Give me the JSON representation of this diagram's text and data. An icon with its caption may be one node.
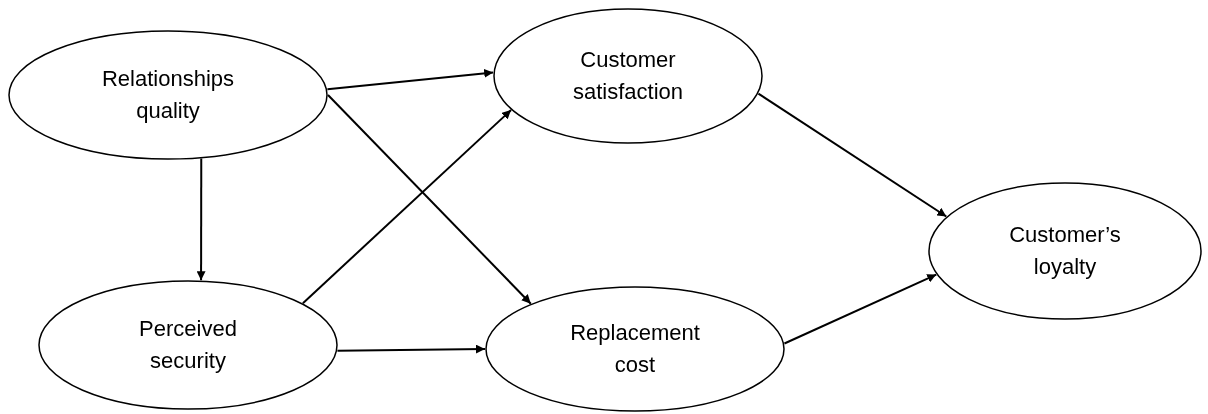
{
  "diagram": {
    "nodes": [
      {
        "text": [
          "Relationships quality"
        ]
      },
      {
        "text": [
          "Perceived security"
        ]
      },
      {
        "text": [
          "Customer satisfaction"
        ]
      },
      {
        "text": [
          "Replacement cost"
        ]
      },
      {
        "text": [
          "Customer’s loyalty"
        ]
      }
    ],
    "edges": [
      {
        "from": 0,
        "to": 2,
        "arrow": "to"
      },
      {
        "from": 0,
        "to": 3,
        "arrow": "to"
      },
      {
        "from": 0,
        "to": 1,
        "arrow": "to"
      },
      {
        "from": 1,
        "to": 2,
        "arrow": "to"
      },
      {
        "from": 1,
        "to": 3,
        "arrow": "to"
      },
      {
        "from": 2,
        "to": 4,
        "arrow": "to"
      },
      {
        "from": 3,
        "to": 4,
        "arrow": "to"
      }
    ]
  }
}
